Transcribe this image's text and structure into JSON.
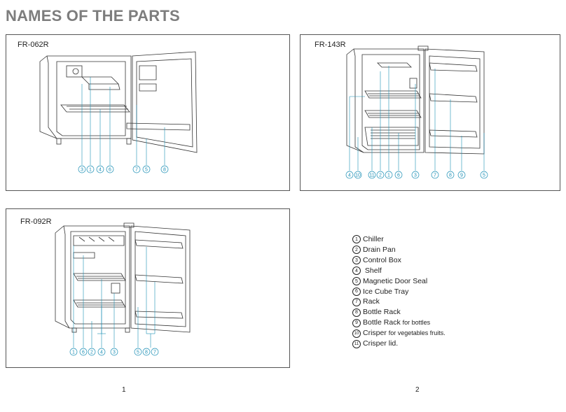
{
  "title": "NAMES OF THE PARTS",
  "models": {
    "m1": {
      "label": "FR-062R",
      "callouts": [
        "3",
        "1",
        "4",
        "6",
        "7",
        "5",
        "8"
      ]
    },
    "m2": {
      "label": "FR-143R",
      "callouts": [
        "4",
        "10",
        "11",
        "2",
        "1",
        "6",
        "3",
        "7",
        "8",
        "9",
        "5"
      ]
    },
    "m3": {
      "label": "FR-092R",
      "callouts": [
        "1",
        "6",
        "2",
        "4",
        "3",
        "5",
        "8",
        "7"
      ]
    }
  },
  "legend": [
    {
      "num": "1",
      "text": "Chiller",
      "small": ""
    },
    {
      "num": "2",
      "text": "Drain Pan",
      "small": ""
    },
    {
      "num": "3",
      "text": "Control Box",
      "small": ""
    },
    {
      "num": "4",
      "text": " Shelf",
      "small": ""
    },
    {
      "num": "5",
      "text": "Magnetic Door Seal",
      "small": ""
    },
    {
      "num": "6",
      "text": "Ice Cube Tray",
      "small": ""
    },
    {
      "num": "7",
      "text": "Rack",
      "small": ""
    },
    {
      "num": "8",
      "text": "Bottle Rack",
      "small": ""
    },
    {
      "num": "9",
      "text": "Bottle Rack ",
      "small": "for bottles"
    },
    {
      "num": "10",
      "text": "Crisper ",
      "small": "for vegetables fruits."
    },
    {
      "num": "11",
      "text": "Crisper lid.",
      "small": ""
    }
  ],
  "page_numbers": {
    "left": "1",
    "right": "2"
  },
  "colors": {
    "callout": "#1c8fb5",
    "line": "#333333",
    "title": "#7d7d7d"
  }
}
